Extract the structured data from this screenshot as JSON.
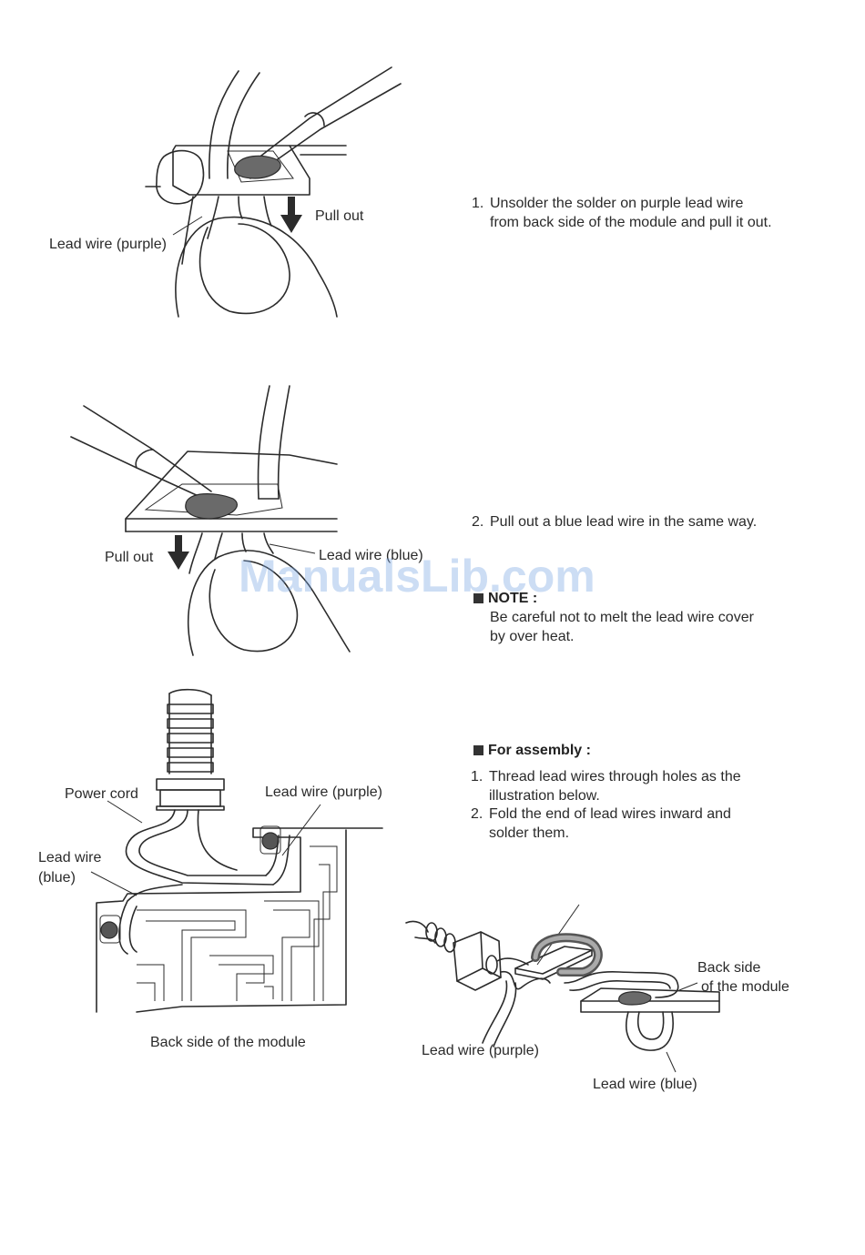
{
  "figure1": {
    "label_pull_out": "Pull out",
    "label_lead_purple": "Lead wire (purple)"
  },
  "step1": {
    "number": "1.",
    "line1": "Unsolder the solder on purple lead wire",
    "line2": "from back side of the module and pull it out."
  },
  "figure2": {
    "label_pull_out": "Pull out",
    "label_lead_blue": "Lead wire (blue)"
  },
  "step2": {
    "number": "2.",
    "text": "Pull out a blue lead wire in the same way."
  },
  "note": {
    "heading": "NOTE :",
    "line1": "Be careful not to melt the lead wire cover",
    "line2": "by over heat."
  },
  "watermark": "ManualsLib.com",
  "assembly": {
    "heading": "For assembly :",
    "steps": [
      {
        "number": "1.",
        "line1": "Thread lead wires through holes as the",
        "line2": "illustration below."
      },
      {
        "number": "2.",
        "line1": "Fold the end of lead wires inward and",
        "line2": "solder them."
      }
    ]
  },
  "figure3": {
    "label_power_cord": "Power cord",
    "label_lead_purple": "Lead wire (purple)",
    "label_lead_blue_1": "Lead wire",
    "label_lead_blue_2": "(blue)",
    "caption": "Back side of the module"
  },
  "figure4": {
    "label_back_side_1": "Back side",
    "label_back_side_2": "of the module",
    "label_lead_purple": "Lead wire (purple)",
    "label_lead_blue": "Lead wire (blue)"
  }
}
